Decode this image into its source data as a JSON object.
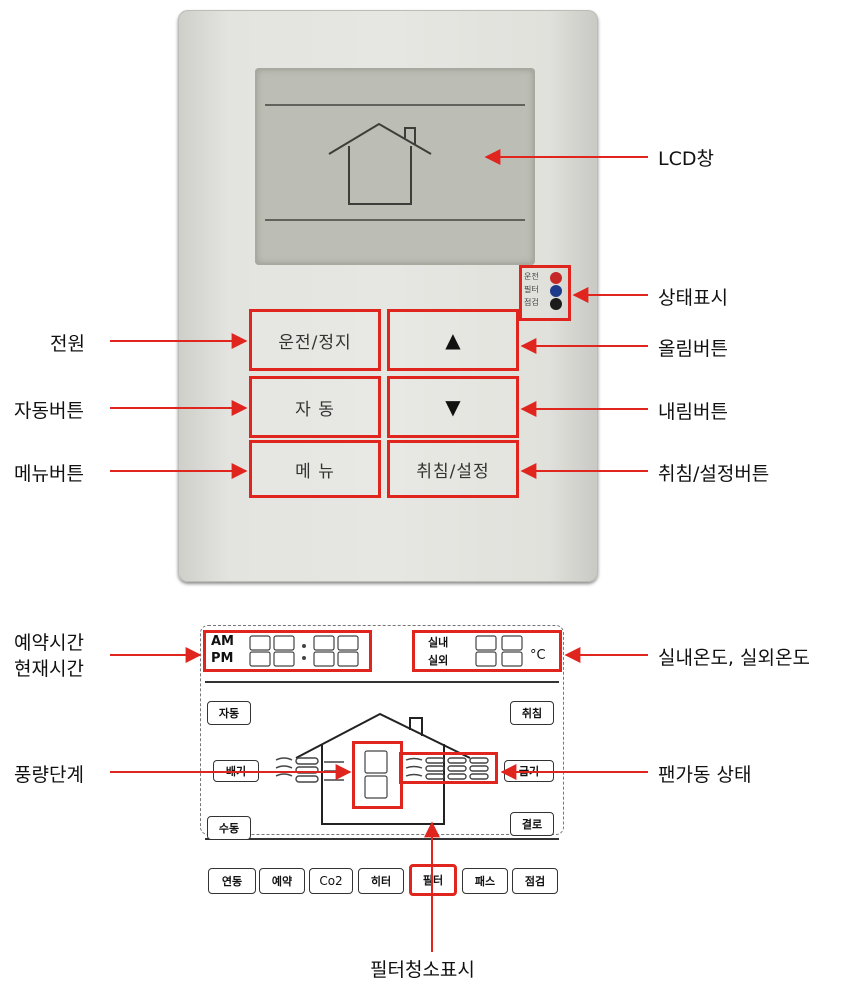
{
  "controller": {
    "buttons": {
      "run_stop": "운전/정지",
      "up": "▲",
      "auto": "자 동",
      "down": "▼",
      "menu": "메 뉴",
      "cancel_set": "취침/설정"
    },
    "led_labels": [
      "운전",
      "필터",
      "점검"
    ]
  },
  "annotations": {
    "lcd_window": "LCD창",
    "status": "상태표시",
    "power": "전원",
    "up_button": "올림버튼",
    "auto_button": "자동버튼",
    "down_button": "내림버튼",
    "menu_button": "메뉴버튼",
    "cancel_set_button": "취침/설정버튼",
    "reserve_time_1": "예약시간",
    "reserve_time_2": "현재시간",
    "temp": "실내온도, 실외온도",
    "fan_level": "풍량단계",
    "fan_status": "팬가동 상태",
    "filter_clean": "필터청소표시"
  },
  "lcd_diagram": {
    "am": "AM",
    "pm": "PM",
    "indoor": "실내",
    "outdoor": "실외",
    "celsius": "°C",
    "left_buttons": [
      "자동",
      "배기",
      "수동"
    ],
    "right_buttons": [
      "취침",
      "급기",
      "결로"
    ],
    "bottom_buttons": [
      "연동",
      "예약",
      "Co2",
      "히터",
      "필터",
      "패스",
      "점검"
    ]
  },
  "colors": {
    "accent": "#e0251f",
    "led_run": "#c62828",
    "led_filter": "#1e3a8a",
    "led_check": "#1c1c1c"
  }
}
